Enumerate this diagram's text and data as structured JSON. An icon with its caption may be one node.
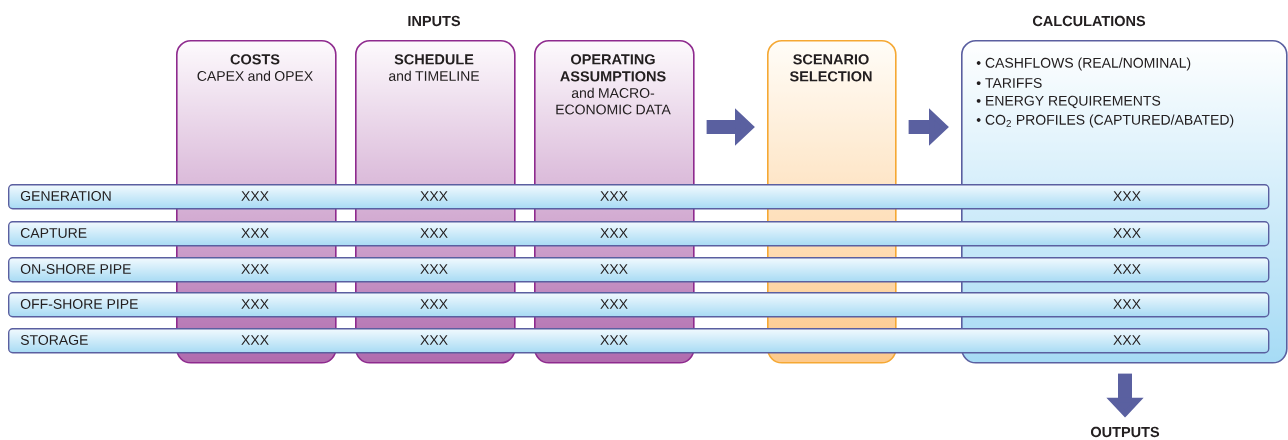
{
  "diagram": {
    "nodes": [
      {
        "text": [
          "COSTS",
          "CAPEX and OPEX"
        ]
      },
      {
        "text": [
          "SCHEDULE",
          "and TIMELINE"
        ]
      },
      {
        "text": [
          "OPERATING ASSUMPTIONS",
          "and MACRO-ECONOMIC DATA"
        ]
      },
      {
        "text": [
          "SCENARIO SELECTION"
        ]
      },
      {
        "text": [
          "CALCULATIONS",
          "• CASHFLOWS (REAL/NOMINAL)",
          "• TARIFFS",
          "• ENERGY REQUIREMENTS",
          "• CO$_{2}$ PROFILES (CAPTURED/ABATED)"
        ]
      },
      {
        "text": [
          "GENERATION",
          "XXX",
          "XXX",
          "XXX",
          "XXX"
        ]
      },
      {
        "text": [
          "CAPTURE",
          "XXX",
          "XXX",
          "XXX",
          "XXX"
        ]
      },
      {
        "text": [
          "ON-SHORE PIPE",
          "XXX",
          "XXX",
          "XXX",
          "XXX"
        ]
      },
      {
        "text": [
          "OFF-SHORE PIPE",
          "XXX",
          "XXX",
          "XXX",
          "XXX"
        ]
      },
      {
        "text": [
          "STORAGE",
          "XXX",
          "XXX",
          "XXX",
          "XXX"
        ]
      },
      {
        "text": [
          "OUTPUTS"
        ]
      }
    ],
    "edges": [
      {
        "from": 2,
        "to": 3,
        "arrow": "to"
      },
      {
        "from": 3,
        "to": 4,
        "arrow": "to"
      },
      {
        "from": 4,
        "to": 10,
        "arrow": "to"
      }
    ],
    "labels": [
      "INPUTS"
    ]
  }
}
